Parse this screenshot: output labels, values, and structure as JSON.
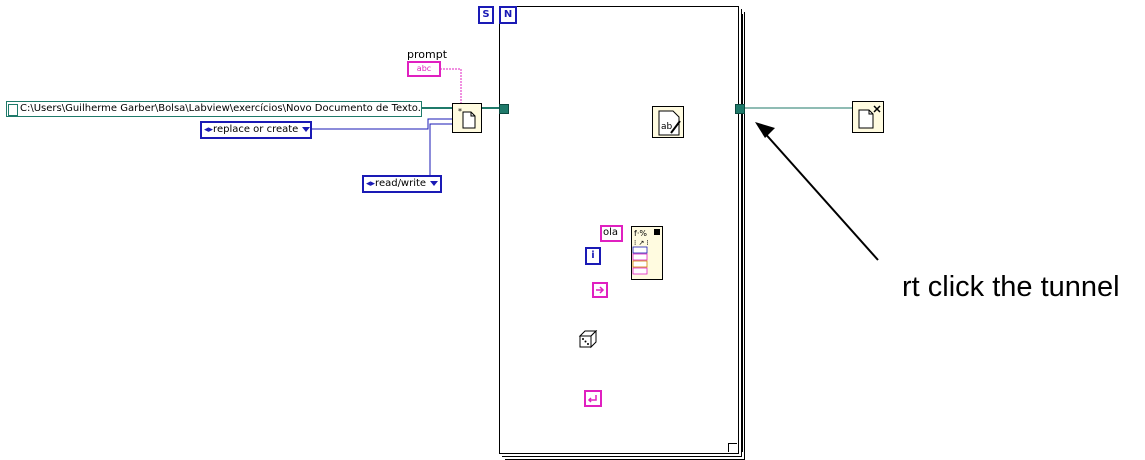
{
  "controls": {
    "prompt_label": "prompt",
    "prompt_value": "abc",
    "file_path": "C:\\Users\\Guilherme Garber\\Bolsa\\Labview\\exercícios\\Novo Documento de Texto.txt",
    "operation": "replace or create",
    "access": "read/write",
    "string_const": "ola",
    "iteration_label": "i",
    "loop_count_label": "N",
    "stop_label": "S"
  },
  "annotation": {
    "text": "rt click the tunnel"
  },
  "colors": {
    "wire_refnum": "#1f7a6a",
    "wire_string": "#e020c0",
    "wire_int": "#1a1ab5",
    "wire_double": "#d08000",
    "loop_border": "#000000"
  },
  "icons": [
    "open-file-icon",
    "write-text-file-icon",
    "close-file-icon",
    "format-into-string-icon",
    "random-number-icon",
    "end-of-line-icon",
    "tab-constant-icon"
  ]
}
